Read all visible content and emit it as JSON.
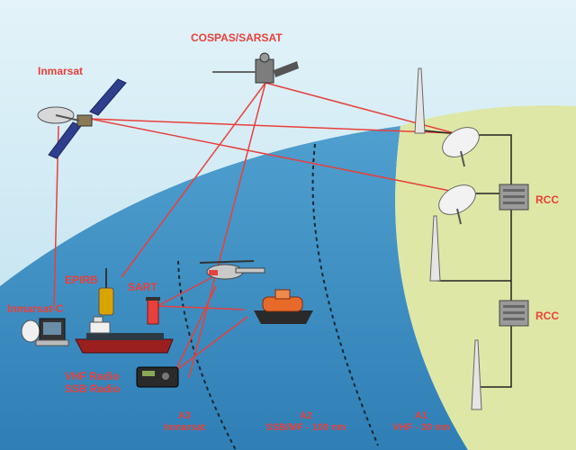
{
  "labels": {
    "inmarsat": "Inmarsat",
    "cospas_sarsat": "COSPAS/SARSAT",
    "epirb": "EPIRB",
    "sart": "SART",
    "inmarsat_c": "Inmarsat-C",
    "vhf_radio": "VHF Radio",
    "ssb_radio": "SSB Radio",
    "rcc_top": "RCC",
    "rcc_bottom": "RCC"
  },
  "zones": [
    {
      "code": "A3",
      "desc": "Inmarsat"
    },
    {
      "code": "A2",
      "desc": "SSB/MF - 100 nm"
    },
    {
      "code": "A1",
      "desc": "VHF - 30 nm"
    }
  ],
  "colors": {
    "sky": "#cfe9f3",
    "sea": "#3b8fc3",
    "land": "#dfe7a6",
    "link_line": "#e8403a",
    "label": "#e8403a"
  },
  "icons": [
    "satellite-icon",
    "antenna-tower-icon",
    "dish-antenna-icon",
    "rcc-building-icon",
    "ship-icon",
    "helicopter-icon",
    "lifeboat-icon",
    "epirb-icon",
    "sart-icon",
    "inmarsat-terminal-icon",
    "radio-icon"
  ]
}
